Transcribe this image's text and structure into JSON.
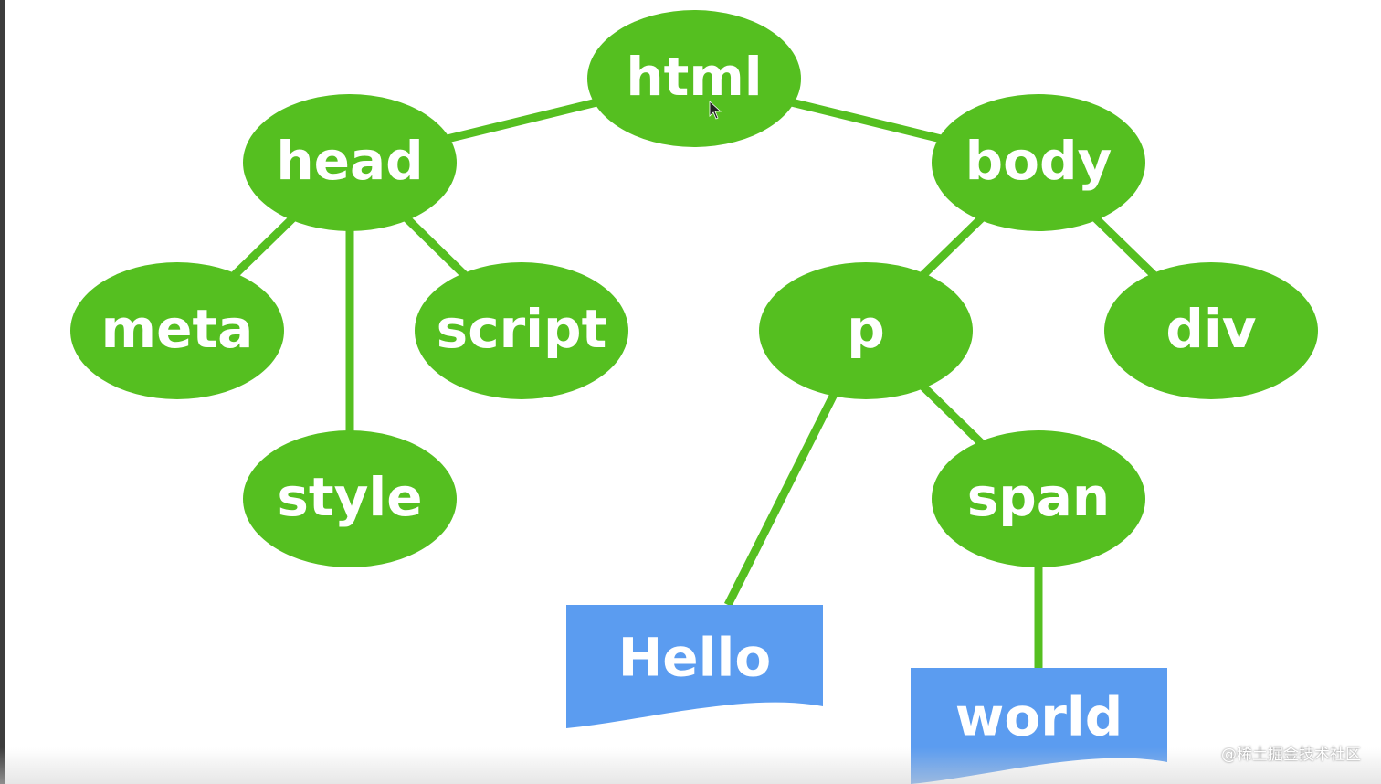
{
  "colors": {
    "node": "#55bf20",
    "edge": "#55bf20",
    "text_node": "#5b9cf0",
    "label": "#ffffff"
  },
  "diagram": {
    "nodes": [
      {
        "id": "html",
        "label": "html",
        "kind": "element"
      },
      {
        "id": "head",
        "label": "head",
        "kind": "element"
      },
      {
        "id": "body",
        "label": "body",
        "kind": "element"
      },
      {
        "id": "meta",
        "label": "meta",
        "kind": "element"
      },
      {
        "id": "style",
        "label": "style",
        "kind": "element"
      },
      {
        "id": "script",
        "label": "script",
        "kind": "element"
      },
      {
        "id": "p",
        "label": "p",
        "kind": "element"
      },
      {
        "id": "div",
        "label": "div",
        "kind": "element"
      },
      {
        "id": "span",
        "label": "span",
        "kind": "element"
      },
      {
        "id": "hello",
        "label": "Hello",
        "kind": "text"
      },
      {
        "id": "world",
        "label": "world",
        "kind": "text"
      }
    ],
    "edges": [
      {
        "from": "html",
        "to": "head"
      },
      {
        "from": "html",
        "to": "body"
      },
      {
        "from": "head",
        "to": "meta"
      },
      {
        "from": "head",
        "to": "style"
      },
      {
        "from": "head",
        "to": "script"
      },
      {
        "from": "body",
        "to": "p"
      },
      {
        "from": "body",
        "to": "div"
      },
      {
        "from": "p",
        "to": "hello"
      },
      {
        "from": "p",
        "to": "span"
      },
      {
        "from": "span",
        "to": "world"
      }
    ]
  },
  "watermark": "@稀土掘金技术社区",
  "cursor_icon": "mouse-pointer-icon"
}
